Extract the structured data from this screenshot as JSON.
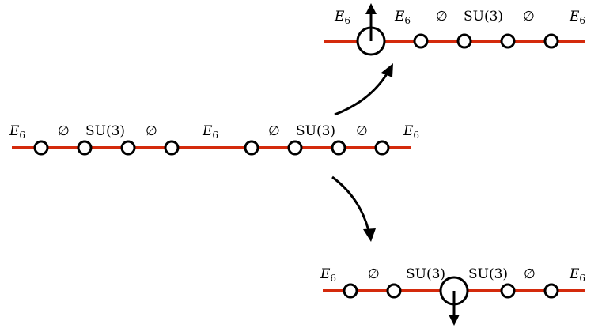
{
  "colors": {
    "chain_line": "#d42a0c",
    "node_stroke": "#000000",
    "node_fill": "#ffffff"
  },
  "labels": {
    "e6_base": "E",
    "e6_sub": "6",
    "empty": "∅",
    "su3": "SU(3)"
  }
}
